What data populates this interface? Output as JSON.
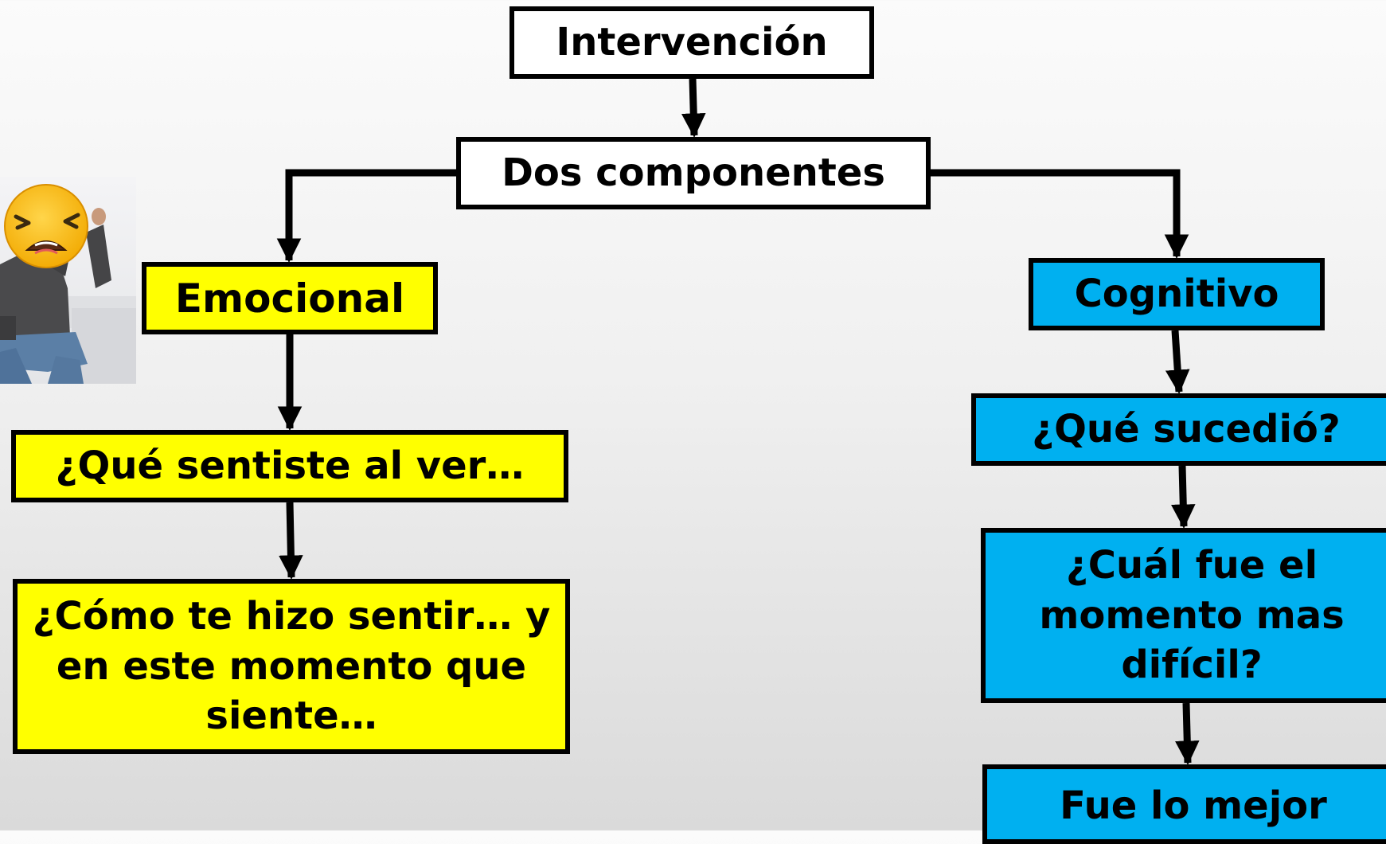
{
  "diagram": {
    "root": "Intervención",
    "level1": "Dos componentes",
    "branches": {
      "left": {
        "label": "Emocional",
        "color": "#ffff00",
        "questions": [
          "¿Qué sentiste al ver…",
          "¿Cómo te hizo sentir… y en este momento que siente…"
        ]
      },
      "right": {
        "label": "Cognitivo",
        "color": "#00b0f0",
        "questions": [
          "¿Qué sucedió?",
          "¿Cuál fue el momento mas difícil?",
          "Fue lo mejor"
        ]
      }
    },
    "illustration": "person-holding-crying-emoji-mask"
  }
}
